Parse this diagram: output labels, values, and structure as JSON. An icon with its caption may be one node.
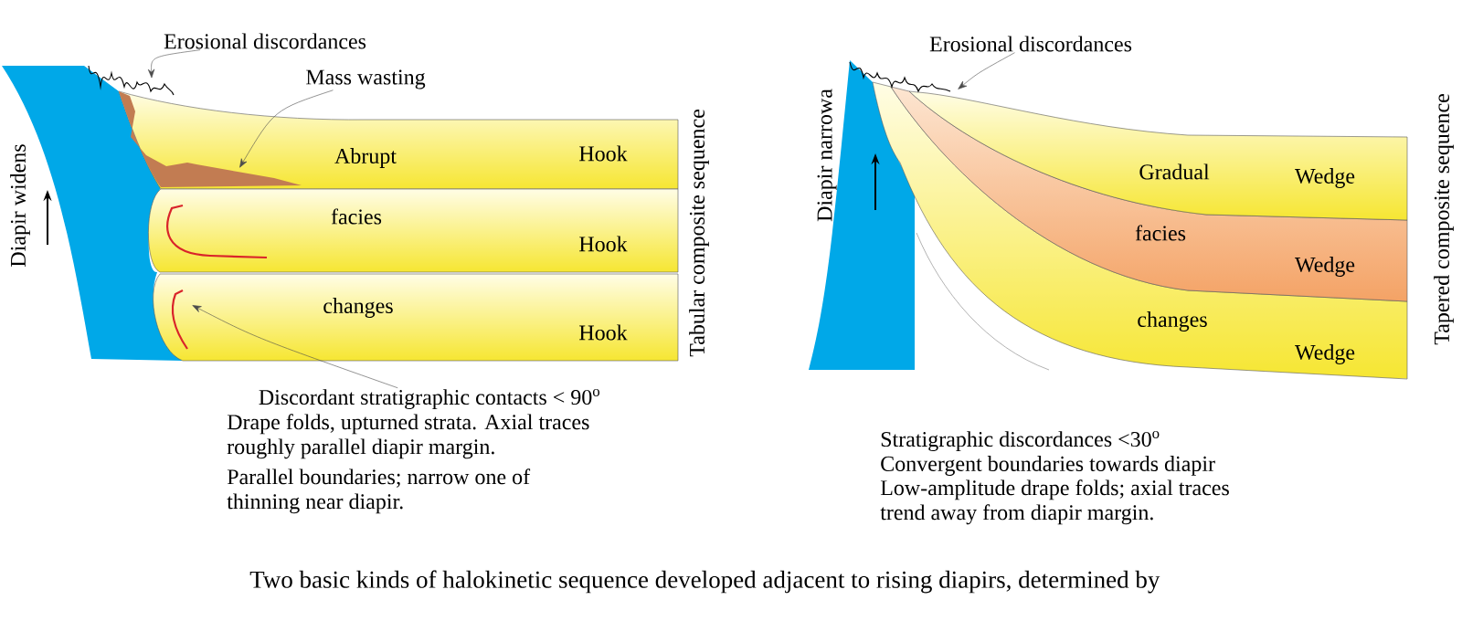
{
  "diagram": {
    "caption": "Two basic kinds of halokinetic sequence developed adjacent to rising diapirs, determined by",
    "nodes": [
      {
        "text": [
          "Erosional discordances"
        ]
      },
      {
        "text": [
          "Mass wasting"
        ]
      },
      {
        "text": [
          "Discordant stratigraphic contacts < 90$^{o}$"
        ]
      },
      {
        "text": [
          "Erosional discordances"
        ]
      },
      {
        "text": [],
        "shape": "picture"
      },
      {
        "text": [],
        "shape": "picture"
      },
      {
        "text": [],
        "shape": "picture"
      },
      {
        "text": [],
        "shape": "picture"
      }
    ],
    "edges": [
      {
        "from": 0,
        "to": 4,
        "arrow": "to"
      },
      {
        "from": 1,
        "to": 5,
        "arrow": "to"
      },
      {
        "from": 2,
        "to": 6,
        "arrow": "to"
      },
      {
        "from": 3,
        "to": 7,
        "arrow": "to"
      }
    ],
    "labels": [
      "Abrupt",
      "Hook",
      "facies",
      "Hook",
      "changes",
      "Hook",
      "Diapir widens",
      "Tabular composite sequence",
      "Drape folds, upturned strata. Axial traces roughly parallel diapir margin.",
      "Parallel boundaries; narrow one of thinning near diapir.",
      "Diapir narrowa",
      "Gradual",
      "Wedge",
      "facies",
      "Wedge",
      "changes",
      "Wedge",
      "Tapered composite sequence",
      "Stratigraphic discordances <30$^{o}$",
      "Convergent boundaries towards diapir",
      "Low-amplitude drape folds; axial traces trend away from diapir margin."
    ]
  }
}
